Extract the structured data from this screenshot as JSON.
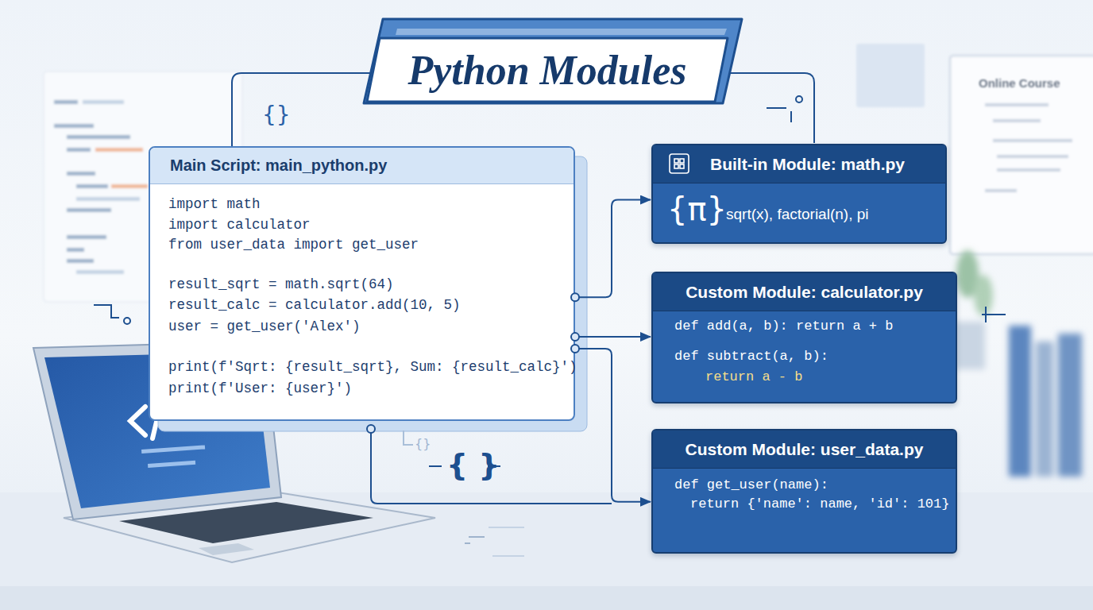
{
  "diagram": {
    "title": "Python Modules",
    "nodes": [
      {
        "text": [
          "Main Script: main_python.py",
          "import math",
          "import calculator",
          "from user_data import get_user",
          "result_sqrt = math.sqrt(64)",
          "result_calc = calculator.add(10, 5)",
          "user = get_user('Alex')",
          "print(f'Sqrt: {result_sqrt}, Sum: {result_calc}')",
          "print(f'User: {user}')"
        ]
      },
      {
        "text": [
          "Built-in Module: math.py",
          "{π}",
          "sqrt(x), factorial(n), pi"
        ]
      },
      {
        "text": [
          "Custom Module: calculator.py",
          "def add(a, b): return a + b",
          "def subtract(a, b):",
          "return a - b"
        ]
      },
      {
        "text": [
          "Custom Module: user_data.py",
          "def get_user(name):",
          "return {'name': name, 'id': 101}"
        ]
      }
    ],
    "edges": [
      {
        "from": 0,
        "to": 1,
        "arrow": "to"
      },
      {
        "from": 0,
        "to": 2,
        "arrow": "to"
      },
      {
        "from": 0,
        "to": 3,
        "arrow": "to"
      }
    ],
    "labels": [
      "Online Course",
      "{}",
      "{}",
      "{ }"
    ]
  }
}
